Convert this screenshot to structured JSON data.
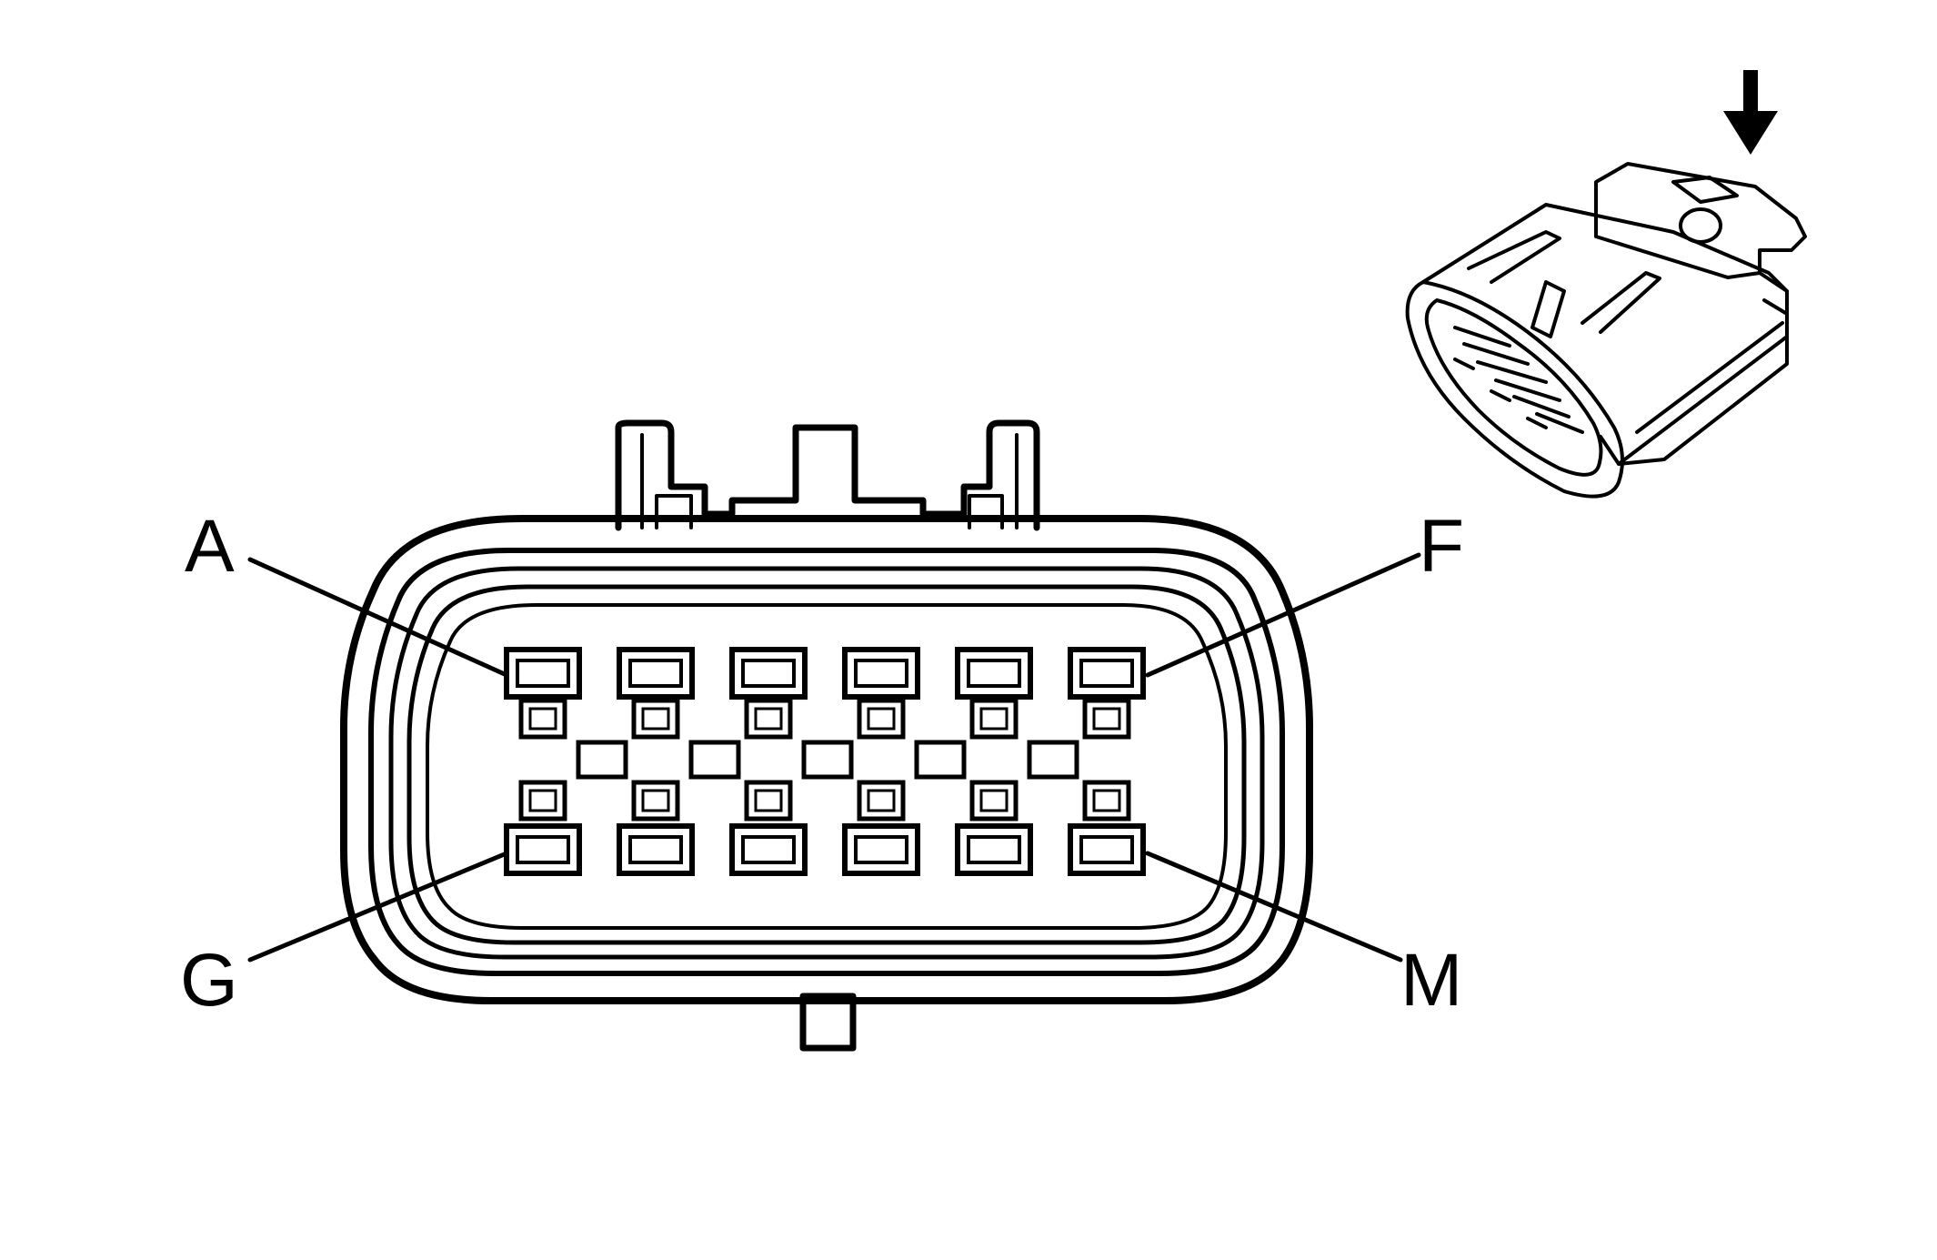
{
  "diagram": {
    "pin_labels": {
      "top_left": "A",
      "top_right": "F",
      "bottom_left": "G",
      "bottom_right": "M"
    },
    "layout": {
      "pin_rows": 2,
      "pins_per_row": 6,
      "small_upper_slots": 6,
      "small_middle_slots": 5,
      "small_lower_slots": 6
    },
    "icons": [
      "down-arrow-icon",
      "connector-isometric-icon"
    ],
    "colors": {
      "line": "#000000",
      "background": "#ffffff"
    }
  }
}
